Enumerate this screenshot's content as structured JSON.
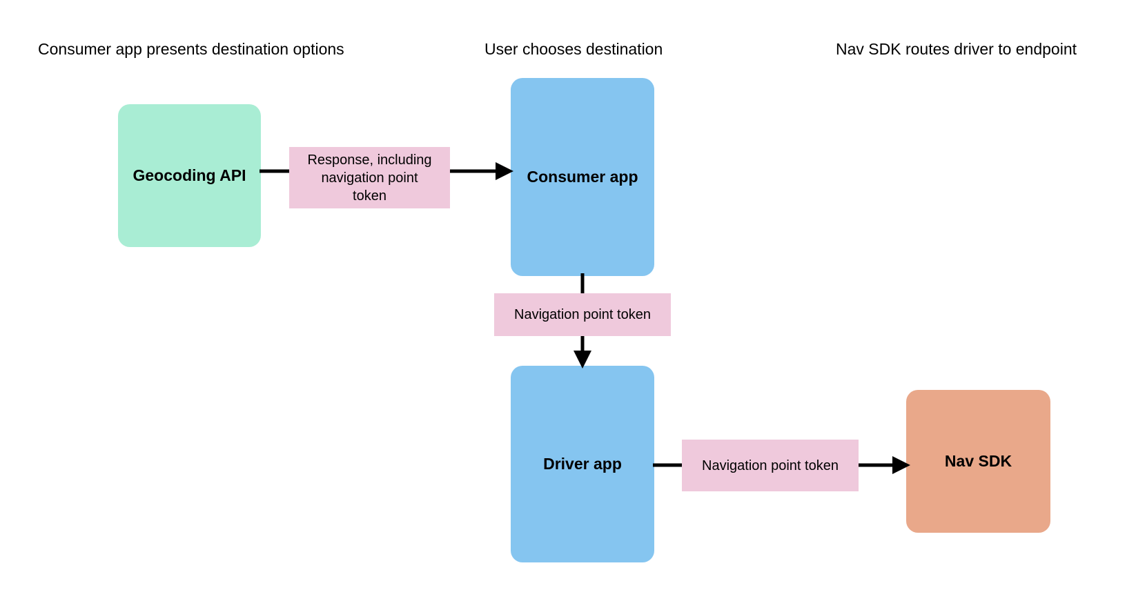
{
  "diagram": {
    "type": "flowchart",
    "background_color": "#FFFFFF",
    "stage_titles": [
      {
        "id": "stage-consumer-options",
        "text": "Consumer app presents destination options"
      },
      {
        "id": "stage-user-chooses",
        "text": "User chooses destination"
      },
      {
        "id": "stage-nav-routes",
        "text": "Nav SDK routes driver to endpoint"
      }
    ],
    "nodes": [
      {
        "id": "geocoding-api",
        "label": "Geocoding API",
        "color": "#A9EDD4"
      },
      {
        "id": "consumer-app",
        "label": "Consumer app",
        "color": "#85C5F0"
      },
      {
        "id": "driver-app",
        "label": "Driver app",
        "color": "#85C5F0"
      },
      {
        "id": "nav-sdk",
        "label": "Nav SDK",
        "color": "#E9A88A"
      }
    ],
    "edge_labels": [
      {
        "id": "response-token",
        "lines": [
          "Response, including",
          "navigation point",
          "token"
        ],
        "color": "#EFC9DC"
      },
      {
        "id": "nav-token-consumer-driver",
        "lines": [
          "Navigation point token"
        ],
        "color": "#EFC9DC"
      },
      {
        "id": "nav-token-driver-navsdk",
        "lines": [
          "Navigation point token"
        ],
        "color": "#EFC9DC"
      }
    ],
    "edges": [
      {
        "id": "edge-geocoding-to-consumer",
        "from": "geocoding-api",
        "to": "consumer-app",
        "direction": "right",
        "label": "response-token",
        "color": "#000000"
      },
      {
        "id": "edge-consumer-to-driver",
        "from": "consumer-app",
        "to": "driver-app",
        "direction": "down",
        "label": "nav-token-consumer-driver",
        "color": "#000000"
      },
      {
        "id": "edge-driver-to-navsdk",
        "from": "driver-app",
        "to": "nav-sdk",
        "direction": "right",
        "label": "nav-token-driver-navsdk",
        "color": "#000000"
      }
    ]
  }
}
